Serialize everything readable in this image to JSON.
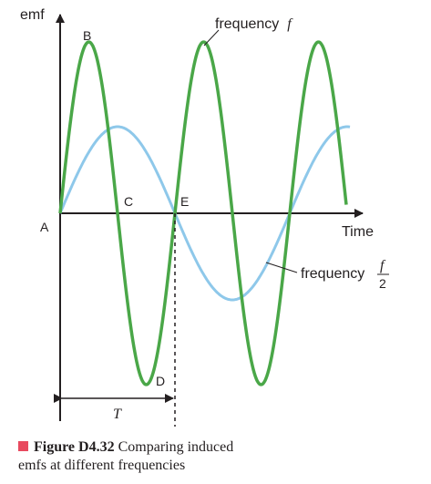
{
  "diagram": {
    "axis": {
      "y_label": "emf",
      "x_label": "Time"
    },
    "points": {
      "A": "A",
      "B": "B",
      "C": "C",
      "D": "D",
      "E": "E"
    },
    "curves": {
      "high": {
        "label_prefix": "frequency",
        "label_symbol": "f",
        "color": "#4aa748"
      },
      "low": {
        "label_prefix": "frequency",
        "label_numerator": "f",
        "label_denominator": "2",
        "color": "#8ec8ea"
      }
    },
    "period_label": "T",
    "axis_color": "#231f20"
  },
  "caption": {
    "square_color": "#e84a5f",
    "figure_label": "Figure D4.32",
    "text_line1": " Comparing induced",
    "text_line2": "emfs at different frequencies"
  }
}
